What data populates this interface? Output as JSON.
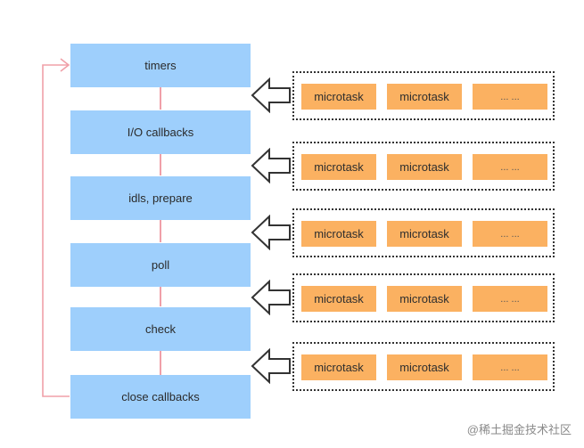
{
  "diagram": {
    "phases": [
      {
        "label": "timers"
      },
      {
        "label": "I/O callbacks"
      },
      {
        "label": "idls, prepare"
      },
      {
        "label": "poll"
      },
      {
        "label": "check"
      },
      {
        "label": "close callbacks"
      }
    ],
    "queues": [
      {
        "tasks": [
          "microtask",
          "microtask",
          "... ..."
        ]
      },
      {
        "tasks": [
          "microtask",
          "microtask",
          "... ..."
        ]
      },
      {
        "tasks": [
          "microtask",
          "microtask",
          "... ..."
        ]
      },
      {
        "tasks": [
          "microtask",
          "microtask",
          "... ..."
        ]
      },
      {
        "tasks": [
          "microtask",
          "microtask",
          "... ..."
        ]
      }
    ],
    "colors": {
      "phase_fill": "#9ecffc",
      "task_fill": "#fbb161",
      "connector": "#f0a0a8",
      "queue_border": "#333333"
    }
  },
  "watermark": "@稀土掘金技术社区"
}
